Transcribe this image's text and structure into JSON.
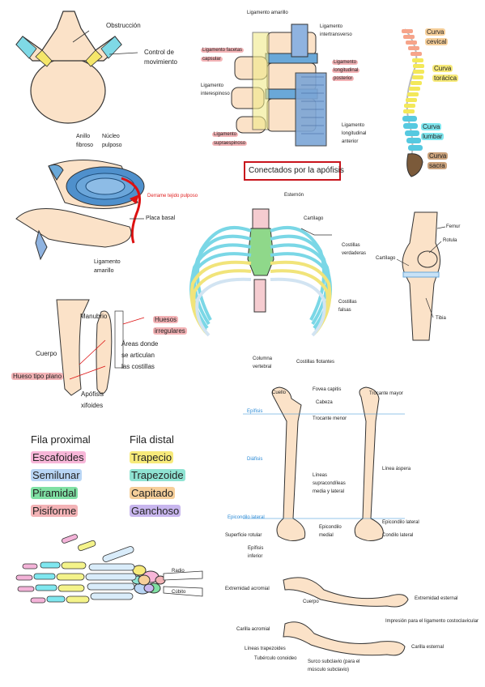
{
  "spine_top": {
    "obstruccion": "Obstrucción",
    "control": "Control de",
    "movimiento": "movimiento"
  },
  "ligaments": {
    "lig_amarillo": "Ligamento amarillo",
    "lig_intertransverso_1": "Ligamento",
    "lig_intertransverso_2": "intertransverso",
    "lig_facetas_1": "Ligamento facetas",
    "lig_facetas_2": "capsular",
    "lig_long_post_1": "Ligamento",
    "lig_long_post_2": "longitudinal",
    "lig_long_post_3": "posterior",
    "lig_interespinoso_1": "Ligamento",
    "lig_interespinoso_2": "interespinoso",
    "lig_supraespinoso_1": "Ligamento",
    "lig_supraespinoso_2": "supraespinoso",
    "lig_long_ant_1": "Ligamento",
    "lig_long_ant_2": "longitudinal",
    "lig_long_ant_3": "anterior",
    "conectados": "Conectados por la apófisis"
  },
  "spine_curves": {
    "cervical_1": "Curva",
    "cervical_2": "cevical",
    "toracica_1": "Curva",
    "toracica_2": "torácica",
    "lumbar_1": "Curva",
    "lumbar_2": "lumbar",
    "sacra_1": "Curva",
    "sacra_2": "sacra"
  },
  "disc": {
    "anillo_1": "Anillo",
    "anillo_2": "fibroso",
    "nucleo_1": "Núcleo",
    "nucleo_2": "pulposo",
    "derrame": "Derrame tejido pulposo",
    "placa": "Placa basal",
    "lig_amarillo_1": "Ligamento",
    "lig_amarillo_2": "amarillo"
  },
  "thorax": {
    "esternon": "Esternón",
    "cartilago": "Cartílago",
    "costillas_verdaderas_1": "Costillas",
    "costillas_verdaderas_2": "verdaderas",
    "costillas_falsas_1": "Costillas",
    "costillas_falsas_2": "falsas",
    "columna_1": "Columna",
    "columna_2": "vertebral",
    "costillas_flotantes": "Costillas flotantes"
  },
  "knee": {
    "femur": "Femur",
    "rotula": "Rotula",
    "cartilago": "Cartílago",
    "tibia": "Tibia"
  },
  "sternum": {
    "manubrio": "Manubrio",
    "huesos_irregulares_1": "Huesos",
    "huesos_irregulares_2": "irregulares",
    "areas_1": "Áreas donde",
    "areas_2": "se articulan",
    "areas_3": "las costillas",
    "cuerpo": "Cuerpo",
    "hueso_plano": "Hueso tipo plano",
    "apofisis_1": "Apófisis",
    "apofisis_2": "xifoides"
  },
  "carpals": {
    "proximal_title": "Fila proximal",
    "distal_title": "Fila distal",
    "proximal": [
      "Escafoides",
      "Semilunar",
      "Piramidal",
      "Pisiforme"
    ],
    "distal": [
      "Trapecio",
      "Trapezoide",
      "Capitado",
      "Ganchoso"
    ]
  },
  "hand": {
    "radio": "Radio",
    "cubito": "Cúbito"
  },
  "femur": {
    "cuello": "Cuello",
    "fovea_1": "Fovea capitis",
    "cabeza": "Cabeza",
    "trocante_mayor": "Trocante mayor",
    "epifisis": "Epífisis",
    "trocante_menor": "Trocante menor",
    "diafisis": "Diáfisis",
    "lineas_1": "Líneas",
    "lineas_2": "supracondíleas",
    "lineas_3": "media y lateral",
    "linea_aspera": "Línea áspera",
    "epicondilo_lateral_blue": "Epicondilo lateral",
    "epicondilo_lateral": "Epicondilo lateral",
    "epicondilo_medial_1": "Epicondilo",
    "epicondilo_medial_2": "medial",
    "condilo_lateral": "Condilo lateral",
    "superficie_rotular": "Superficie rotular",
    "epifisis_inf_1": "Epífisis",
    "epifisis_inf_2": "inferior"
  },
  "clavicle": {
    "ext_acromial": "Extremidad acromial",
    "ext_esternal": "Extremidad esternal",
    "cuerpo": "Cuerpo",
    "carilla_acromial": "Carilla acromial",
    "impresion": "Impresión para el ligamento costoclavicular",
    "carilla_esternal": "Carilla esternal",
    "lineas_trapezoides": "Líneas trapezoides",
    "tuberculo": "Tubérculo conoideo",
    "surco_1": "Surco subclavio (para el",
    "surco_2": "músculo subclavio)"
  }
}
